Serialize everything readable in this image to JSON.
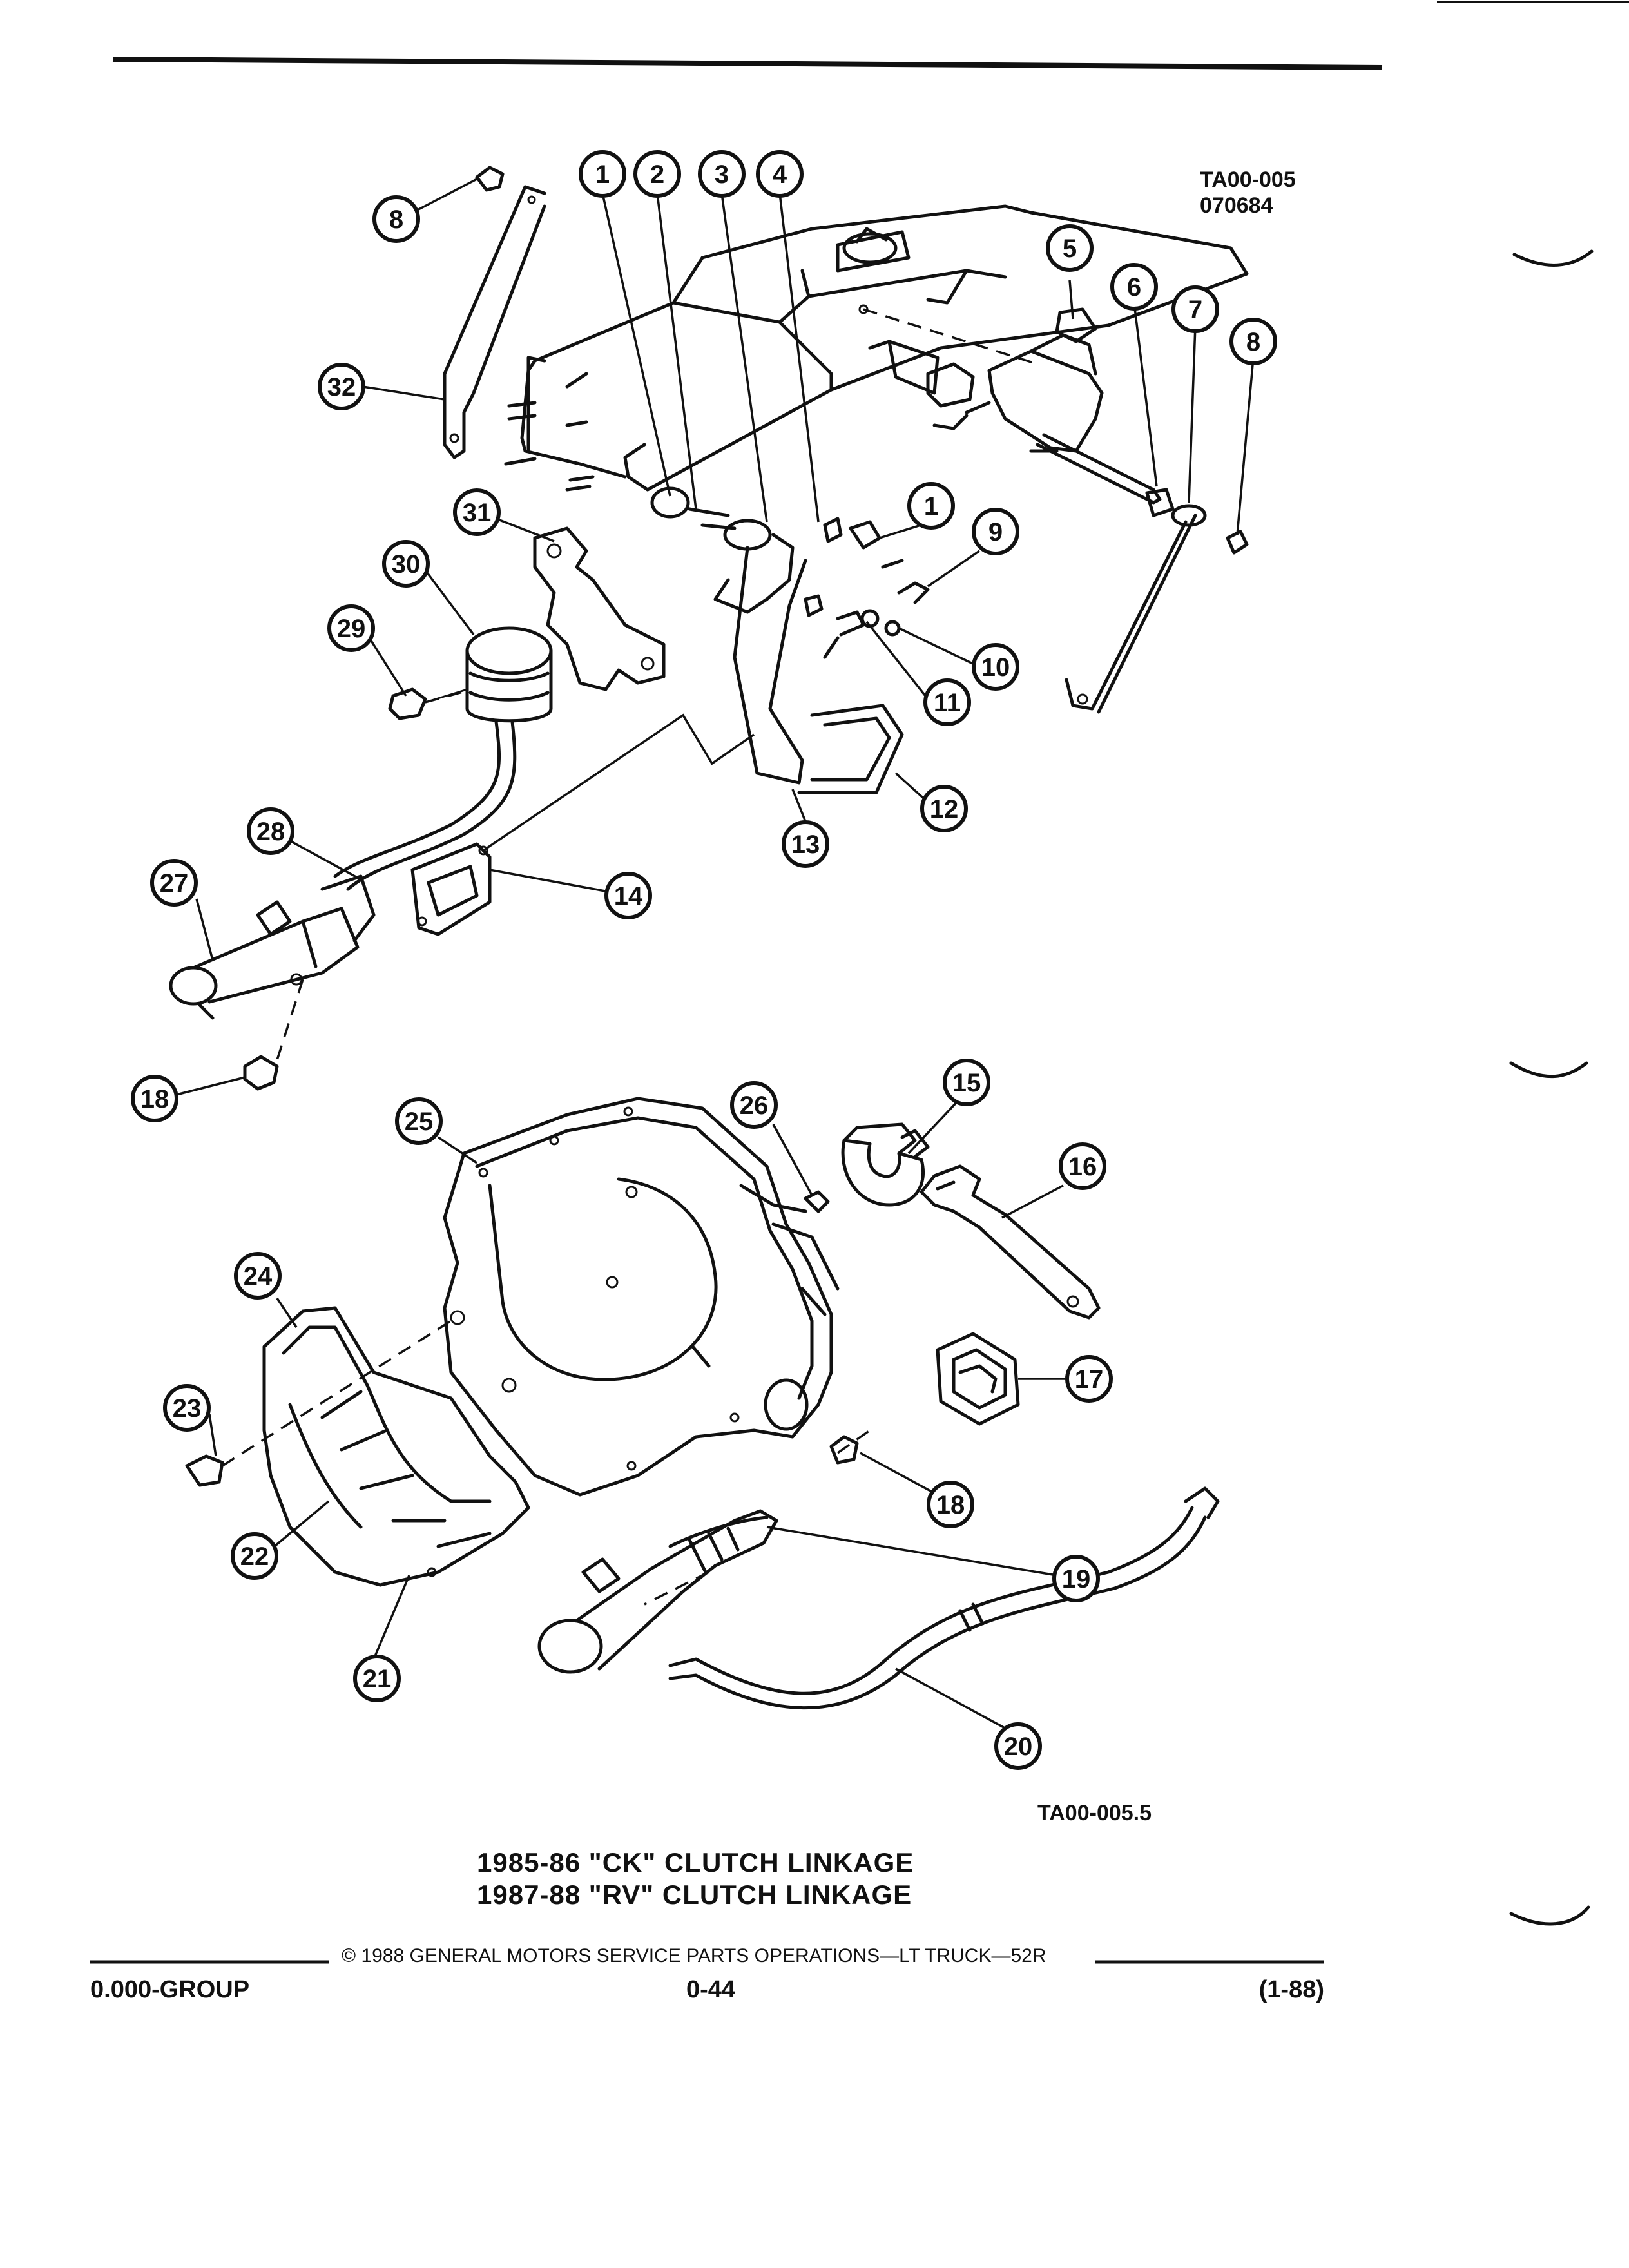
{
  "drawing_codes": {
    "top_code": "TA00-005",
    "top_date": "070684",
    "bottom_code": "TA00-005.5"
  },
  "caption": {
    "line1": "1985-86 \"CK\" CLUTCH LINKAGE",
    "line2": "1987-88 \"RV\" CLUTCH LINKAGE"
  },
  "footer": {
    "copyright": "© 1988 GENERAL MOTORS SERVICE PARTS OPERATIONS—LT TRUCK—52R",
    "group": "0.000-GROUP",
    "page": "0-44",
    "revision": "(1-88)"
  },
  "callouts": [
    {
      "n": "1"
    },
    {
      "n": "2"
    },
    {
      "n": "3"
    },
    {
      "n": "4"
    },
    {
      "n": "5"
    },
    {
      "n": "6"
    },
    {
      "n": "7"
    },
    {
      "n": "8"
    },
    {
      "n": "8"
    },
    {
      "n": "32"
    },
    {
      "n": "1"
    },
    {
      "n": "9"
    },
    {
      "n": "31"
    },
    {
      "n": "30"
    },
    {
      "n": "29"
    },
    {
      "n": "10"
    },
    {
      "n": "11"
    },
    {
      "n": "12"
    },
    {
      "n": "13"
    },
    {
      "n": "28"
    },
    {
      "n": "27"
    },
    {
      "n": "14"
    },
    {
      "n": "18"
    },
    {
      "n": "25"
    },
    {
      "n": "26"
    },
    {
      "n": "15"
    },
    {
      "n": "16"
    },
    {
      "n": "24"
    },
    {
      "n": "23"
    },
    {
      "n": "17"
    },
    {
      "n": "18"
    },
    {
      "n": "22"
    },
    {
      "n": "19"
    },
    {
      "n": "21"
    },
    {
      "n": "20"
    }
  ]
}
